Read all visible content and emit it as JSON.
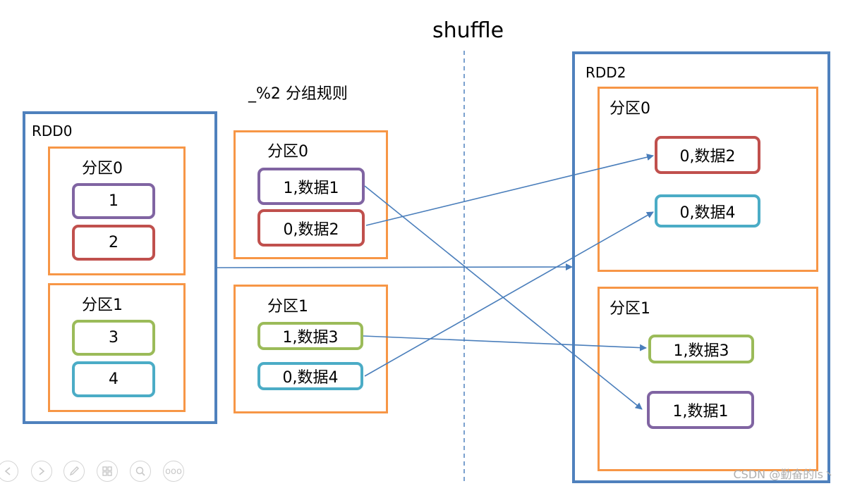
{
  "title": "shuffle",
  "rule_label": "_%2 分组规则",
  "rdd0": {
    "label": "RDD0",
    "partitions": [
      {
        "label": "分区0",
        "items": [
          "1",
          "2"
        ]
      },
      {
        "label": "分区1",
        "items": [
          "3",
          "4"
        ]
      }
    ]
  },
  "grouping": {
    "partitions": [
      {
        "label": "分区0",
        "items": [
          "1,数据1",
          "0,数据2"
        ]
      },
      {
        "label": "分区1",
        "items": [
          "1,数据3",
          "0,数据4"
        ]
      }
    ]
  },
  "rdd2": {
    "label": "RDD2",
    "partitions": [
      {
        "label": "分区0",
        "items": [
          "0,数据2",
          "0,数据4"
        ]
      },
      {
        "label": "分区1",
        "items": [
          "1,数据3",
          "1,数据1"
        ]
      }
    ]
  },
  "colors": {
    "rdd_border": "#4f81bd",
    "partition_border": "#f79646",
    "purple": "#8064a2",
    "red": "#c0504d",
    "green": "#9bbb59",
    "teal": "#4bacc6",
    "arrow": "#4a7ebb"
  },
  "controls": [
    "prev-icon",
    "next-icon",
    "pen-icon",
    "slides-icon",
    "zoom-icon",
    "more-icon"
  ],
  "controls_more_glyph": "ooo",
  "watermark": "CSDN @勤奋的ls丶"
}
